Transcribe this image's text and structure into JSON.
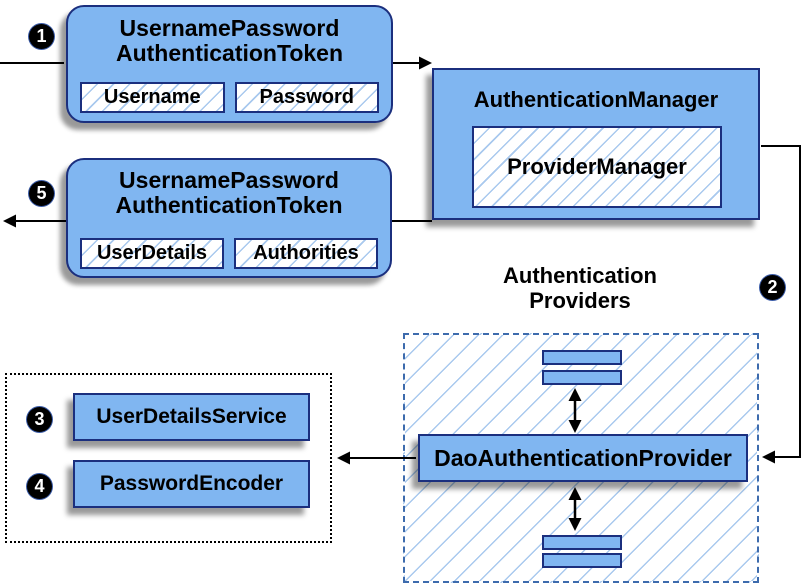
{
  "diagram": {
    "steps": {
      "s1": "1",
      "s2": "2",
      "s3": "3",
      "s4": "4",
      "s5": "5"
    },
    "token_request": {
      "title1": "UsernamePassword",
      "title2": "AuthenticationToken",
      "field1": "Username",
      "field2": "Password"
    },
    "auth_manager": {
      "title": "AuthenticationManager",
      "inner": "ProviderManager"
    },
    "token_result": {
      "title1": "UsernamePassword",
      "title2": "AuthenticationToken",
      "field1": "UserDetails",
      "field2": "Authorities"
    },
    "providers": {
      "label1": "Authentication",
      "label2": "Providers",
      "dao": "DaoAuthenticationProvider"
    },
    "services": {
      "user_details_service": "UserDetailsService",
      "password_encoder": "PasswordEncoder"
    },
    "colors": {
      "box_fill": "#80b6f1",
      "box_border": "#1b2f7e",
      "hatch_line": "#a9c9ee",
      "dashed_border": "#3d6bad",
      "connector": "#000000"
    }
  }
}
